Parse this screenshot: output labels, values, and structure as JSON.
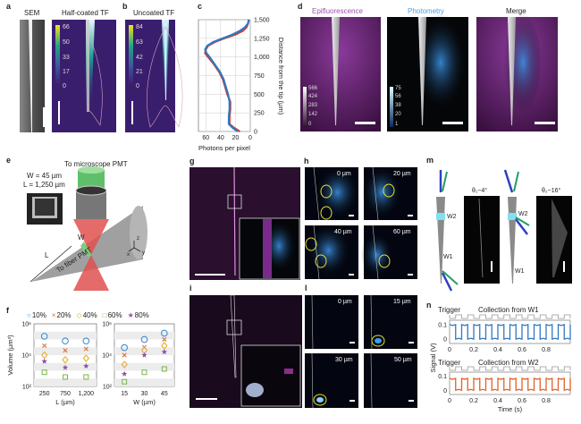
{
  "panels": {
    "a": {
      "label": "a",
      "sem_title": "SEM",
      "half_title": "Half-coated TF",
      "colorbar": [
        "66",
        "50",
        "33",
        "17",
        "0"
      ]
    },
    "b": {
      "label": "b",
      "title": "Uncoated TF",
      "colorbar": [
        "84",
        "63",
        "42",
        "21",
        "0"
      ]
    },
    "c": {
      "label": "c"
    },
    "d": {
      "label": "d",
      "titles": [
        "Epifluorescence",
        "Photometry",
        "Merge"
      ],
      "colorbar_epi": [
        "566",
        "424",
        "283",
        "142",
        "0"
      ],
      "colorbar_photo": [
        "75",
        "56",
        "38",
        "20",
        "1"
      ]
    },
    "e": {
      "label": "e",
      "top": "To microscope PMT",
      "w_value": "W = 45 µm",
      "l_value": "L = 1,250 µm",
      "w_mark": "W",
      "l_mark": "L",
      "fiber": "To fiber PMT",
      "axes": [
        "z",
        "x",
        "y"
      ]
    },
    "f": {
      "label": "f",
      "legend": [
        "10%",
        "20%",
        "40%",
        "60%",
        "80%"
      ]
    },
    "g": {
      "label": "g"
    },
    "h": {
      "label": "h",
      "depths": [
        "0 µm",
        "20 µm",
        "40 µm",
        "60 µm"
      ]
    },
    "i": {
      "label": "i"
    },
    "l": {
      "label": "l",
      "depths": [
        "0 µm",
        "15 µm",
        "30 µm",
        "50 µm"
      ]
    },
    "m": {
      "label": "m",
      "theta1": "θ₁~4°",
      "theta2": "θ₂~16°",
      "w2": "W2",
      "w1": "W1"
    },
    "n": {
      "label": "n",
      "trigger": "Trigger",
      "title1": "Collection from W1",
      "title2": "Collection from W2"
    }
  },
  "colors": {
    "red": "#d63a2f",
    "blue": "#2f78c0",
    "orange": "#e0602a",
    "c10": "#3b8fd4",
    "c20": "#e0703a",
    "c40": "#e8b030",
    "c60": "#7ab648",
    "c80": "#8a4fa8"
  },
  "chart_data": [
    {
      "type": "line",
      "panel": "c",
      "xlabel": "Photons per pixel",
      "ylabel": "Distance from the tip (µm)",
      "xlim": [
        0,
        70
      ],
      "x_reversed": true,
      "ylim": [
        0,
        1500
      ],
      "xticks": [
        60,
        40,
        20,
        0
      ],
      "yticks": [
        0,
        250,
        500,
        750,
        1000,
        1250,
        1500
      ],
      "ytick_labels": [
        "0",
        "250",
        "500",
        "750",
        "1,000",
        "1,250",
        "1,500"
      ],
      "grid": true,
      "yaxis_side": "right",
      "series": [
        {
          "name": "half-coated",
          "color": "red",
          "distance": [
            0,
            50,
            100,
            200,
            300,
            400,
            500,
            600,
            700,
            800,
            900,
            1000,
            1050,
            1100,
            1150,
            1200,
            1250,
            1300,
            1350,
            1400,
            1450,
            1500
          ],
          "photons": [
            14,
            22,
            28,
            28,
            27,
            27,
            31,
            34,
            37,
            42,
            49,
            57,
            61,
            60,
            57,
            48,
            35,
            20,
            10,
            5,
            3,
            2
          ]
        },
        {
          "name": "uncoated",
          "color": "blue",
          "distance": [
            0,
            50,
            100,
            200,
            300,
            400,
            500,
            600,
            700,
            800,
            900,
            1000,
            1050,
            1100,
            1150,
            1200,
            1250,
            1300,
            1350,
            1400,
            1450,
            1500
          ],
          "photons": [
            17,
            24,
            29,
            29,
            28,
            28,
            30,
            33,
            36,
            41,
            48,
            55,
            59,
            61,
            58,
            50,
            37,
            24,
            14,
            7,
            3,
            2
          ]
        }
      ]
    },
    {
      "type": "scatter",
      "panel": "f-left",
      "xlabel": "L (µm)",
      "ylabel": "Volume (µm³)",
      "categories": [
        "250",
        "750",
        "1,200"
      ],
      "yscale": "log",
      "ylim": [
        100,
        1000000
      ],
      "ytick_labels": [
        "10²",
        "10⁴",
        "10⁶"
      ],
      "series": [
        {
          "name": "10%",
          "values": [
            160000,
            80000,
            80000
          ]
        },
        {
          "name": "20%",
          "values": [
            40000,
            20000,
            25000
          ]
        },
        {
          "name": "40%",
          "values": [
            10000,
            5000,
            6300
          ]
        },
        {
          "name": "60%",
          "values": [
            800,
            400,
            400
          ]
        },
        {
          "name": "80%",
          "values": [
            4000,
            1600,
            2000
          ]
        }
      ]
    },
    {
      "type": "scatter",
      "panel": "f-right",
      "xlabel": "W (µm)",
      "ylabel": "",
      "categories": [
        "15",
        "30",
        "45"
      ],
      "yscale": "log",
      "ylim": [
        100,
        1000000
      ],
      "ytick_labels": [
        "10²",
        "10⁴",
        "10⁶"
      ],
      "series": [
        {
          "name": "10%",
          "values": [
            30000,
            100000,
            250000
          ]
        },
        {
          "name": "20%",
          "values": [
            10000,
            32000,
            100000
          ]
        },
        {
          "name": "40%",
          "values": [
            2500,
            20000,
            40000
          ]
        },
        {
          "name": "60%",
          "values": [
            200,
            800,
            1300
          ]
        },
        {
          "name": "80%",
          "values": [
            630,
            10000,
            16000
          ]
        }
      ]
    },
    {
      "type": "line",
      "panel": "n-top",
      "title": "Collection from W1",
      "ylabel": "Signal (V)",
      "xlim": [
        0,
        1
      ],
      "ylim": [
        -0.03,
        0.13
      ],
      "xticks": [
        0,
        0.2,
        0.4,
        0.6,
        0.8
      ],
      "xtick_labels": [
        "0",
        "0.2",
        "0.4",
        "0.6",
        "0.8"
      ],
      "yticks": [
        0,
        0.1
      ],
      "ytick_labels": [
        "0",
        "0.1"
      ],
      "trigger_period_s": 0.1,
      "signal_high": 0.1,
      "signal_low": 0.0,
      "color": "blue"
    },
    {
      "type": "line",
      "panel": "n-bottom",
      "title": "Collection from W2",
      "xlabel": "Time (s)",
      "xlim": [
        0,
        1
      ],
      "ylim": [
        -0.03,
        0.13
      ],
      "xticks": [
        0,
        0.2,
        0.4,
        0.6,
        0.8
      ],
      "xtick_labels": [
        "0",
        "0.2",
        "0.4",
        "0.6",
        "0.8"
      ],
      "yticks": [
        0,
        0.1
      ],
      "ytick_labels": [
        "0",
        "0.1"
      ],
      "trigger_period_s": 0.1,
      "signal_high": 0.085,
      "signal_low": 0.0,
      "color": "orange"
    }
  ]
}
